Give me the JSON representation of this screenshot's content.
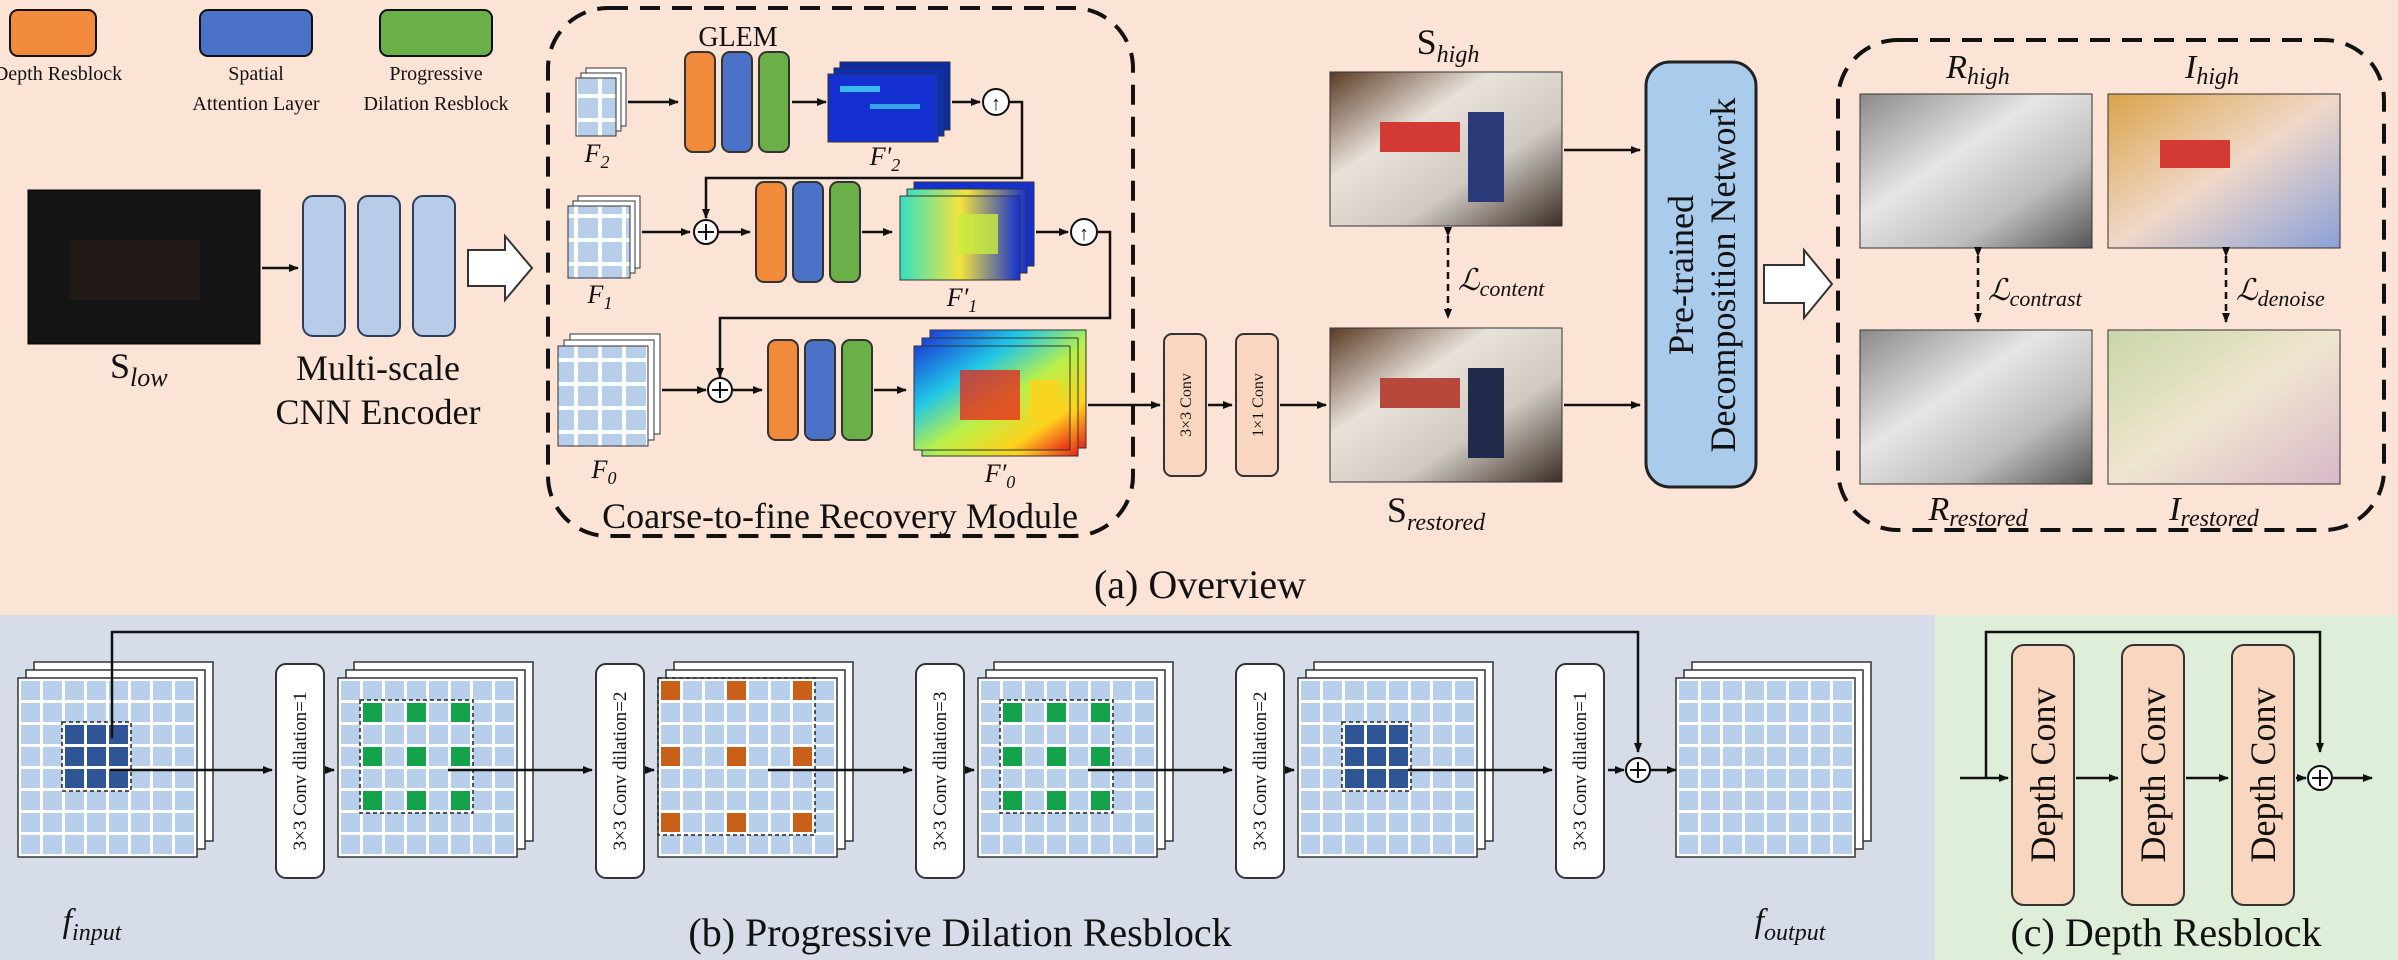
{
  "legend": {
    "depth": {
      "label": "Depth Resblock",
      "color": "#f28a3c"
    },
    "spatial": {
      "label_line1": "Spatial",
      "label_line2": "Attention Layer",
      "color": "#4a72c6"
    },
    "progressive": {
      "label_line1": "Progressive",
      "label_line2": "Dilation Resblock",
      "color": "#6aaf48"
    }
  },
  "overview": {
    "caption": "(a) Overview",
    "input": {
      "label": "S",
      "sub": "low"
    },
    "encoder": {
      "line1": "Multi-scale",
      "line2": "CNN Encoder"
    },
    "recovery": {
      "title": "Coarse-to-fine Recovery Module",
      "glem": "GLEM",
      "f2": {
        "label": "F",
        "sub": "2"
      },
      "f1": {
        "label": "F",
        "sub": "1"
      },
      "f0": {
        "label": "F",
        "sub": "0"
      },
      "f2p": {
        "label": "F′",
        "sub": "2"
      },
      "f1p": {
        "label": "F′",
        "sub": "1"
      },
      "f0p": {
        "label": "F′",
        "sub": "0"
      },
      "upsample": "↑"
    },
    "conv3": "3×3 Conv",
    "conv1": "1×1 Conv",
    "s_high": {
      "label": "S",
      "sub": "high"
    },
    "s_restored": {
      "label": "S",
      "sub": "restored"
    },
    "loss_content": {
      "label": "ℒ",
      "sub": "content"
    },
    "decomp": {
      "line1": "Pre-trained",
      "line2": "Decomposition Network"
    },
    "r_high": {
      "label": "R",
      "sub": "high"
    },
    "i_high": {
      "label": "I",
      "sub": "high"
    },
    "r_restored": {
      "label": "R",
      "sub": "restored"
    },
    "i_restored": {
      "label": "I",
      "sub": "restored"
    },
    "loss_contrast": {
      "label": "ℒ",
      "sub": "contrast"
    },
    "loss_denoise": {
      "label": "ℒ",
      "sub": "denoise"
    }
  },
  "pdr": {
    "caption": "(b) Progressive Dilation Resblock",
    "input": {
      "label": "f",
      "sub": "input"
    },
    "output": {
      "label": "f",
      "sub": "output"
    },
    "convs": [
      "3×3 Conv dilation=1",
      "3×3 Conv dilation=2",
      "3×3 Conv dilation=3",
      "3×3 Conv dilation=2",
      "3×3 Conv dilation=1"
    ]
  },
  "drb": {
    "caption": "(c) Depth Resblock",
    "blocks": [
      "Depth Conv",
      "Depth Conv",
      "Depth Conv"
    ]
  },
  "colors": {
    "panel_a": "#fbe3d6",
    "panel_b": "#d6dde8",
    "panel_c": "#dfeed8",
    "block_blue": "#b8cbe8",
    "conv_peach": "#f8d6bf",
    "decomp_blue": "#a9cbec",
    "cell_light": "#b7cfea",
    "cell_dark": "#2f5596",
    "cell_green": "#14a24a",
    "cell_orange": "#c9601a"
  }
}
